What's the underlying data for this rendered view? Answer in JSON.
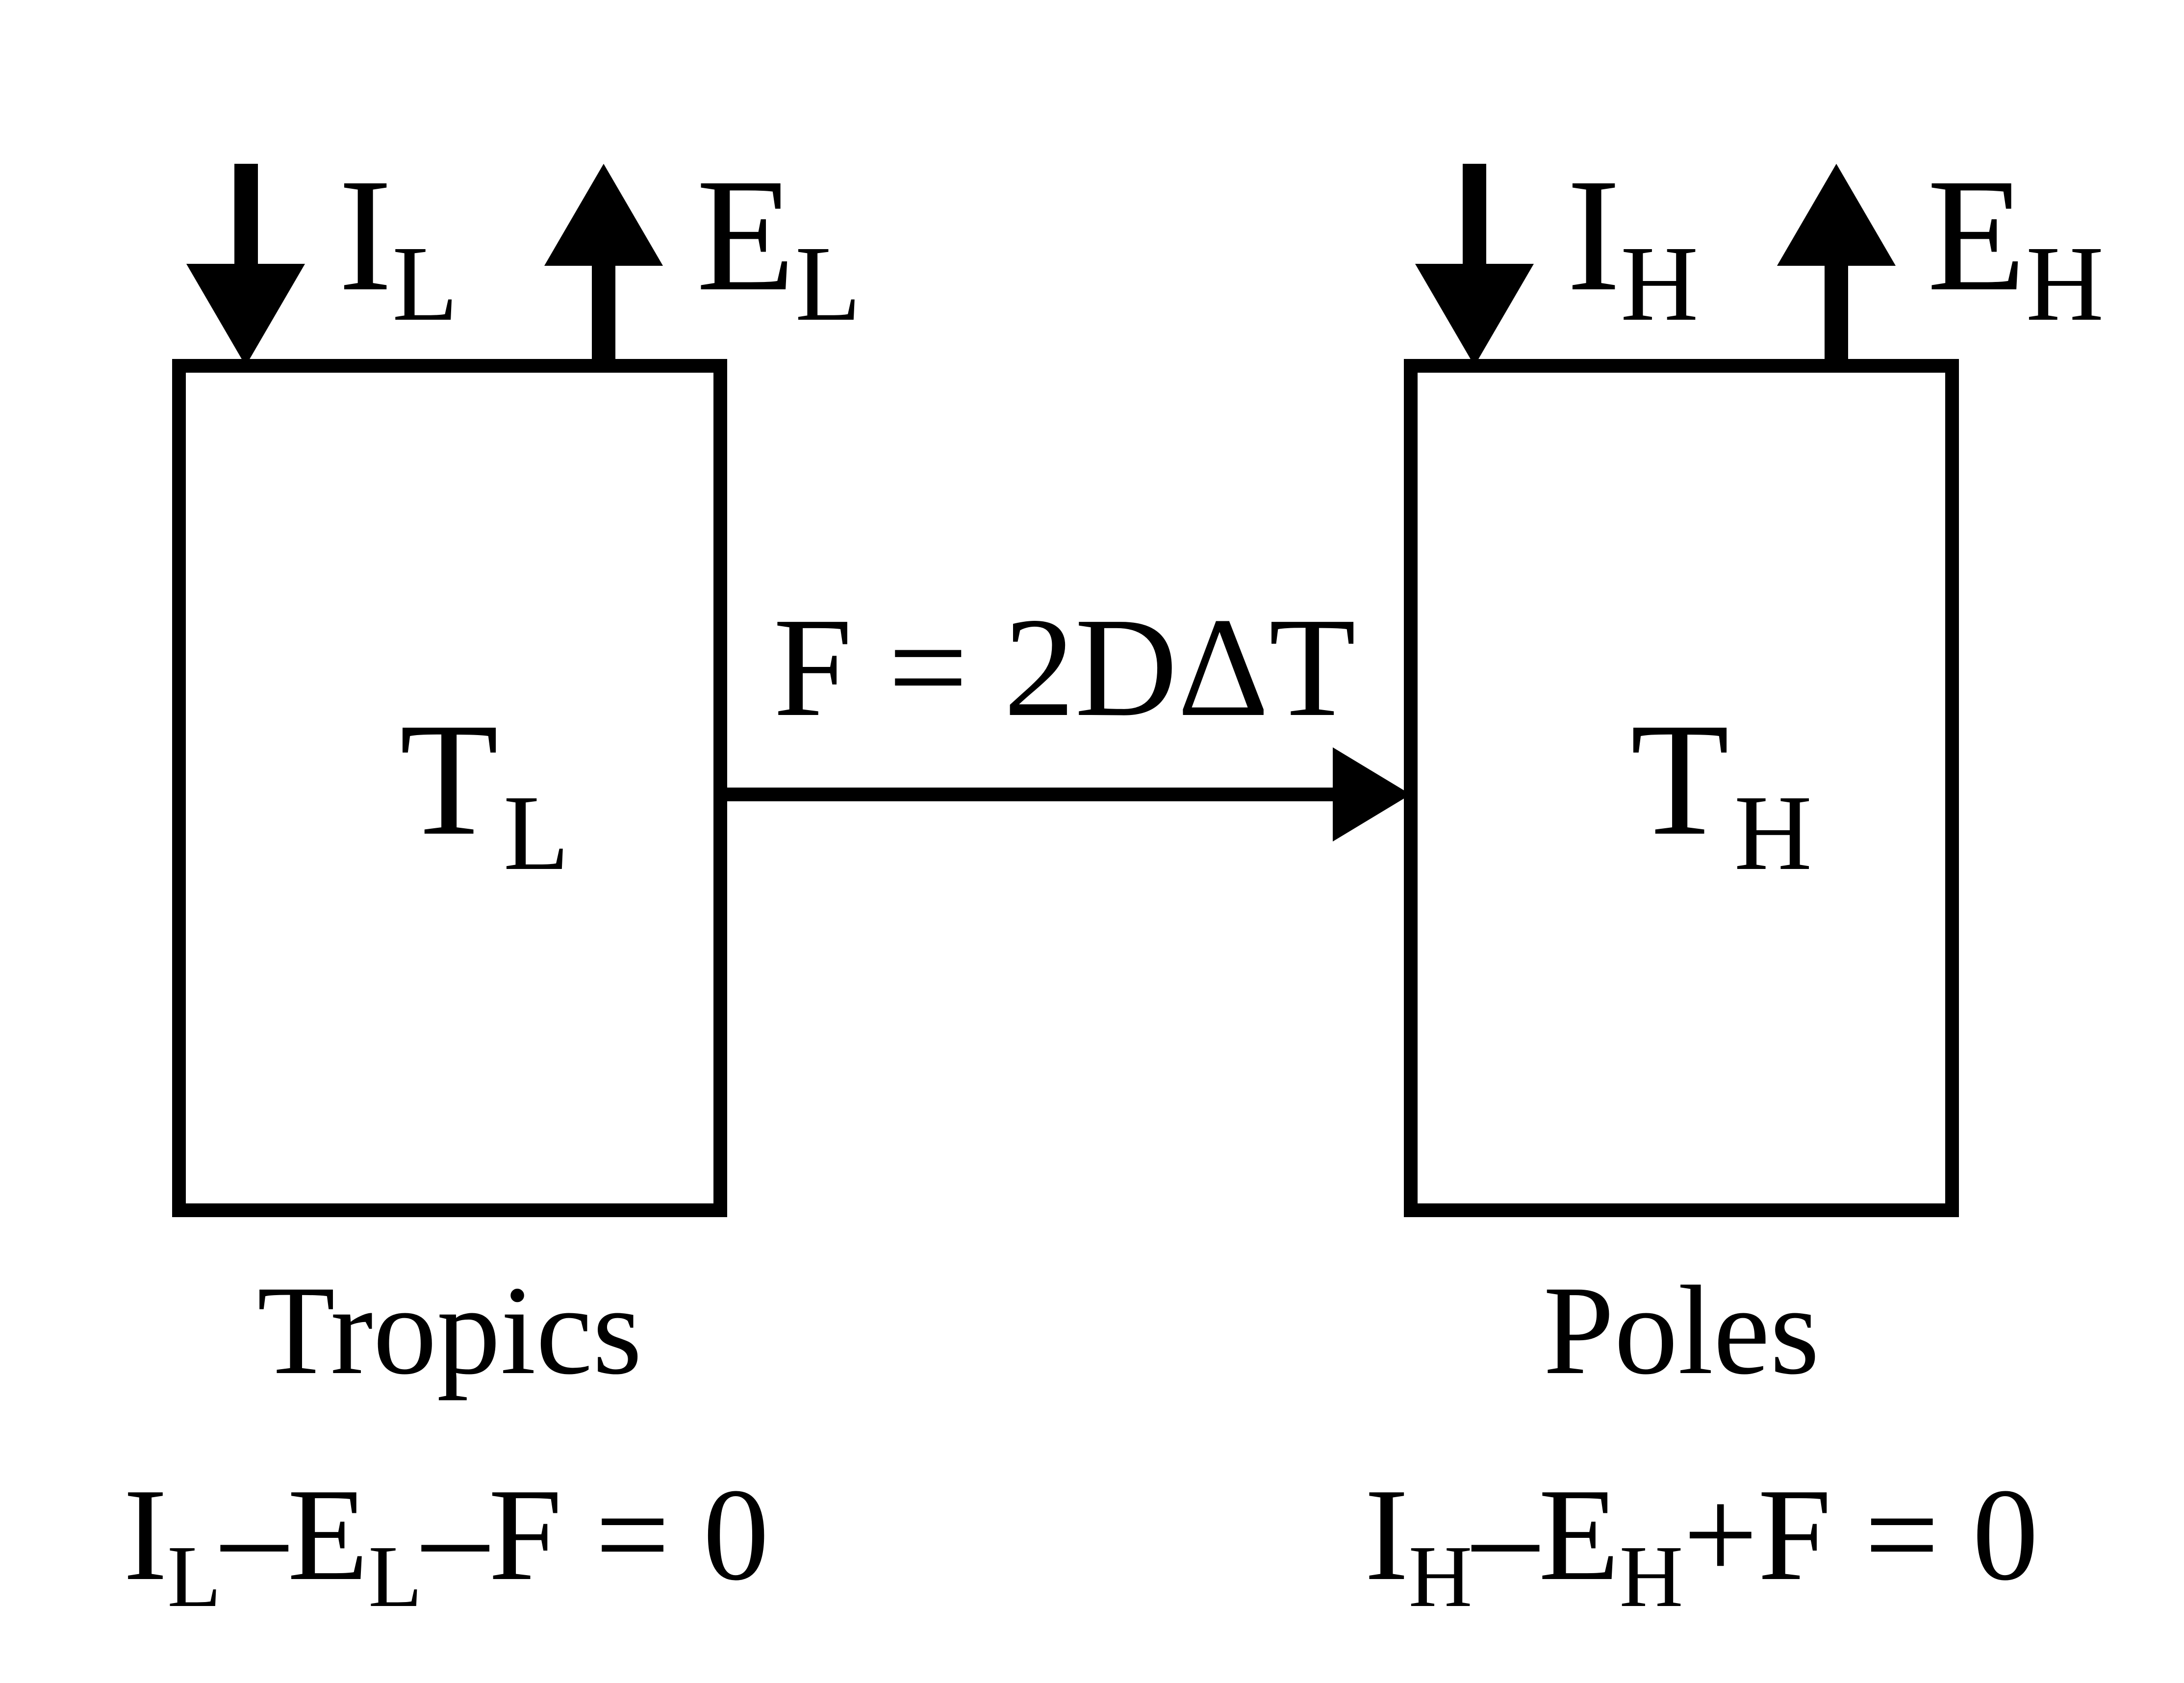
{
  "colors": {
    "ink": "#000000",
    "background": "#ffffff"
  },
  "tropics": {
    "box_symbol": {
      "base": "T",
      "sub": "L"
    },
    "name": "Tropics",
    "income": {
      "base": "I",
      "sub": "L"
    },
    "emission": {
      "base": "E",
      "sub": "L"
    },
    "balance": {
      "p1": "I",
      "p1_sub": "L",
      "p2": "–E",
      "p2_sub": "L",
      "p3": "–F = 0"
    }
  },
  "poles": {
    "box_symbol": {
      "base": "T",
      "sub": "H"
    },
    "name": "Poles",
    "income": {
      "base": "I",
      "sub": "H"
    },
    "emission": {
      "base": "E",
      "sub": "H"
    },
    "balance": {
      "p1": "I",
      "p1_sub": "H",
      "p2": "–E",
      "p2_sub": "H",
      "p3": "+F = 0"
    }
  },
  "flux": {
    "label": "F = 2DΔT"
  },
  "icons": {
    "incoming": "arrow-down-icon",
    "outgoing": "arrow-up-icon",
    "transport": "arrow-right-icon"
  }
}
